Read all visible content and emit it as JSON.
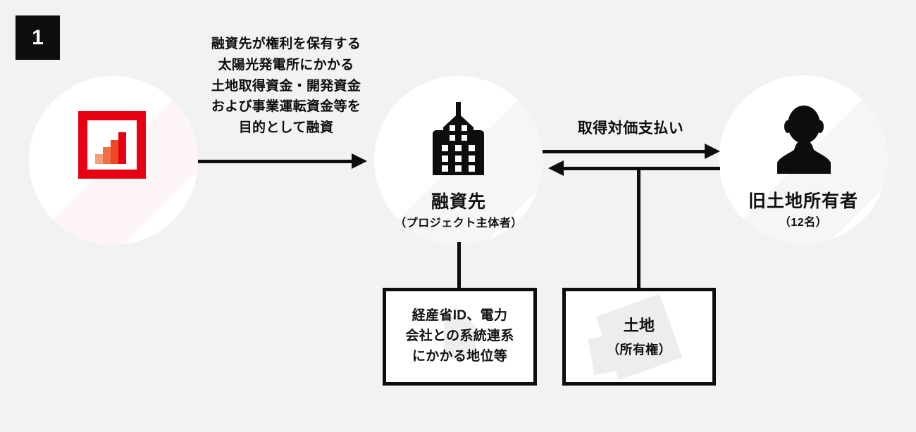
{
  "step": {
    "number": "1"
  },
  "nodes": {
    "finance_source": {
      "icon": "bar-chart-icon",
      "bars": [
        {
          "height": 14,
          "color": "#f3a07a"
        },
        {
          "height": 24,
          "color": "#ef7044"
        },
        {
          "height": 34,
          "color": "#ec4a27"
        },
        {
          "height": 45,
          "color": "#e60012"
        }
      ]
    },
    "borrower": {
      "icon": "building-icon",
      "label": "融資先",
      "sublabel": "（プロジェクト主体者）"
    },
    "landowner": {
      "icon": "person-icon",
      "label": "旧土地所有者",
      "sublabel": "（12名）"
    }
  },
  "flows": {
    "loan": {
      "lines": [
        "融資先が権利を保有する",
        "太陽光発電所にかかる",
        "土地取得資金・開発資金",
        "および事業運転資金等を",
        "目的として融資"
      ]
    },
    "payment": {
      "label": "取得対価支払い"
    }
  },
  "boxes": {
    "grid_rights": {
      "lines": [
        "経産省ID、電力",
        "会社との系統連系",
        "にかかる地位等"
      ],
      "watermark": "document-watermark-icon"
    },
    "land": {
      "label": "土地",
      "sublabel": "（所有権）",
      "watermark": "land-parcel-watermark-icon"
    }
  },
  "colors": {
    "background": "#f2f2f2",
    "ink": "#0d0d0d",
    "accent_red": "#e60012",
    "circle_fill": "#ffffff"
  }
}
